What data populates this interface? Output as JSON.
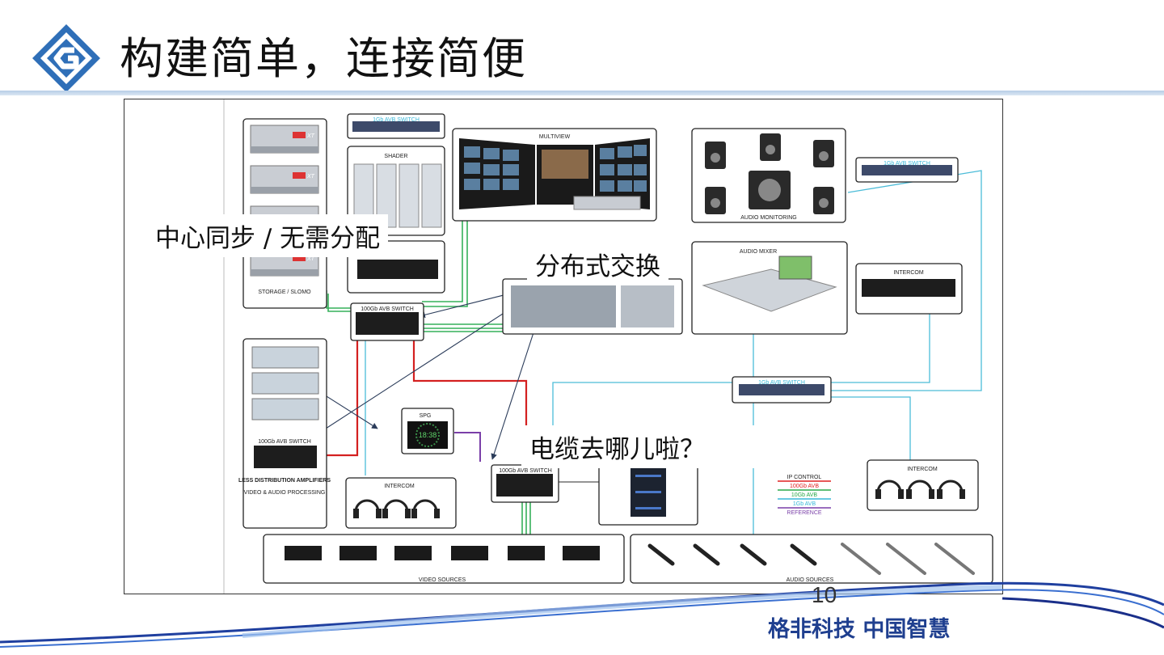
{
  "slide": {
    "title": "构建简单，连接简便",
    "page_number": "10",
    "slogan": "格非科技  中国智慧"
  },
  "colors": {
    "accent_blue": "#1f3f8f",
    "legend_100g": "#e02020",
    "legend_10g": "#2aa84a",
    "legend_1g": "#39b7d8",
    "legend_reference": "#7a3fa8"
  },
  "callouts": {
    "sync": "中心同步 / 无需分配",
    "switching": "分布式交换",
    "cables": "电缆去哪儿啦？"
  },
  "diagram": {
    "storage_label": "STORAGE / SLOMO",
    "switch_1g": "1Gb AVB SWITCH",
    "switch_100g": "100Gb AVB SWITCH",
    "shader": "SHADER",
    "multiview": "MULTIVIEW",
    "audio_monitoring": "AUDIO MONITORING",
    "audio_mixer": "AUDIO MIXER",
    "intercom": "INTERCOM",
    "spg": "SPG",
    "spg_time": "18:38",
    "less_da": "LESS DISTRIBUTION AMPLIFIERS",
    "video_audio_processing": "VIDEO & AUDIO PROCESSING",
    "video_sources": "VIDEO SOURCES",
    "audio_sources": "AUDIO SOURCES",
    "xt_badge": "XT",
    "legend": {
      "title": "IP CONTROL",
      "items": [
        "100Gb AVB",
        "10Gb AVB",
        "1Gb AVB",
        "REFERENCE"
      ]
    }
  }
}
